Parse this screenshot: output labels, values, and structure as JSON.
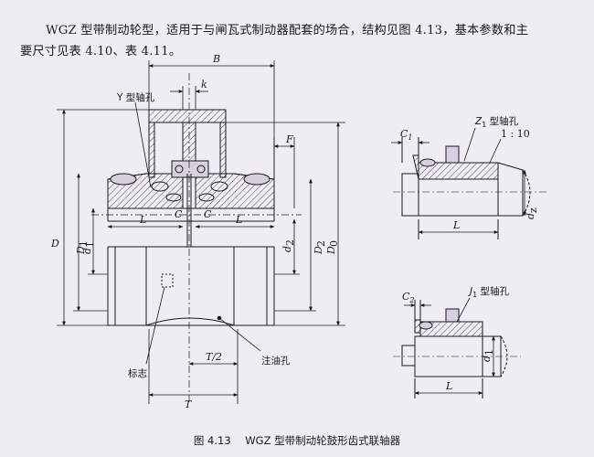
{
  "intro": {
    "line1": "WGZ 型带制动轮型，适用于与闸瓦式制动器配套的场合，结构见图 4.13，基本参数和主",
    "line2": "要尺寸见表 4.10、表 4.11。"
  },
  "figure": {
    "caption_number": "图 4.13",
    "caption_text": "WGZ 型带制动轮鼓形齿式联轴器",
    "labels": {
      "B": "B",
      "k": "k",
      "y_bore": "Y 型轴孔",
      "F": "F",
      "D": "D",
      "D1": "D",
      "D1_sub": "1",
      "d1": "d",
      "d1_sub": "1",
      "L_left": "L",
      "C_left": "C",
      "C_right": "C",
      "L_right": "L",
      "d2": "d",
      "d2_sub": "2",
      "D2": "D",
      "D2_sub": "2",
      "D0": "D",
      "D0_sub": "0",
      "T_half": "T/2",
      "T": "T",
      "marker": "标志",
      "oil_hole": "注油孔",
      "C1": "C",
      "C1_sub": "1",
      "z1_bore": "Z",
      "z1_sub": "1",
      "z1_rest": " 型轴孔",
      "taper": "1 : 10",
      "L_z": "L",
      "dz": "d",
      "dz_sub": "z",
      "C2": "C",
      "C2_sub": "2",
      "j1_bore": "J",
      "j1_sub": "1",
      "j1_rest": " 型轴孔",
      "L_j": "L",
      "d1_j": "d",
      "d1_j_sub": "1"
    }
  },
  "colors": {
    "ink": "#1c1820",
    "paper": "#f1ecf3",
    "hatch": "#3a3440"
  }
}
